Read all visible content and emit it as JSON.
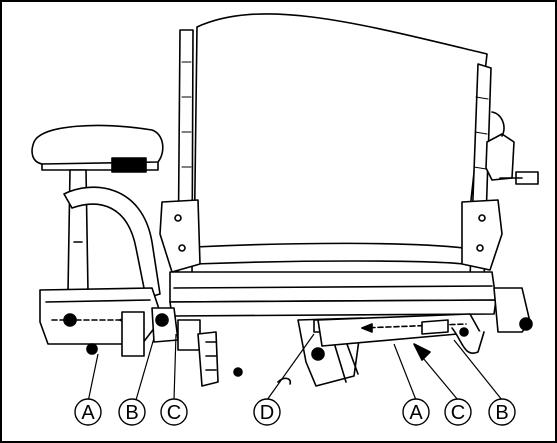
{
  "figure": {
    "callouts": [
      {
        "id": "A1",
        "label": "A"
      },
      {
        "id": "B1",
        "label": "B"
      },
      {
        "id": "C1",
        "label": "C"
      },
      {
        "id": "D1",
        "label": "D"
      },
      {
        "id": "A2",
        "label": "A"
      },
      {
        "id": "C2",
        "label": "C"
      },
      {
        "id": "B2",
        "label": "B"
      }
    ]
  }
}
